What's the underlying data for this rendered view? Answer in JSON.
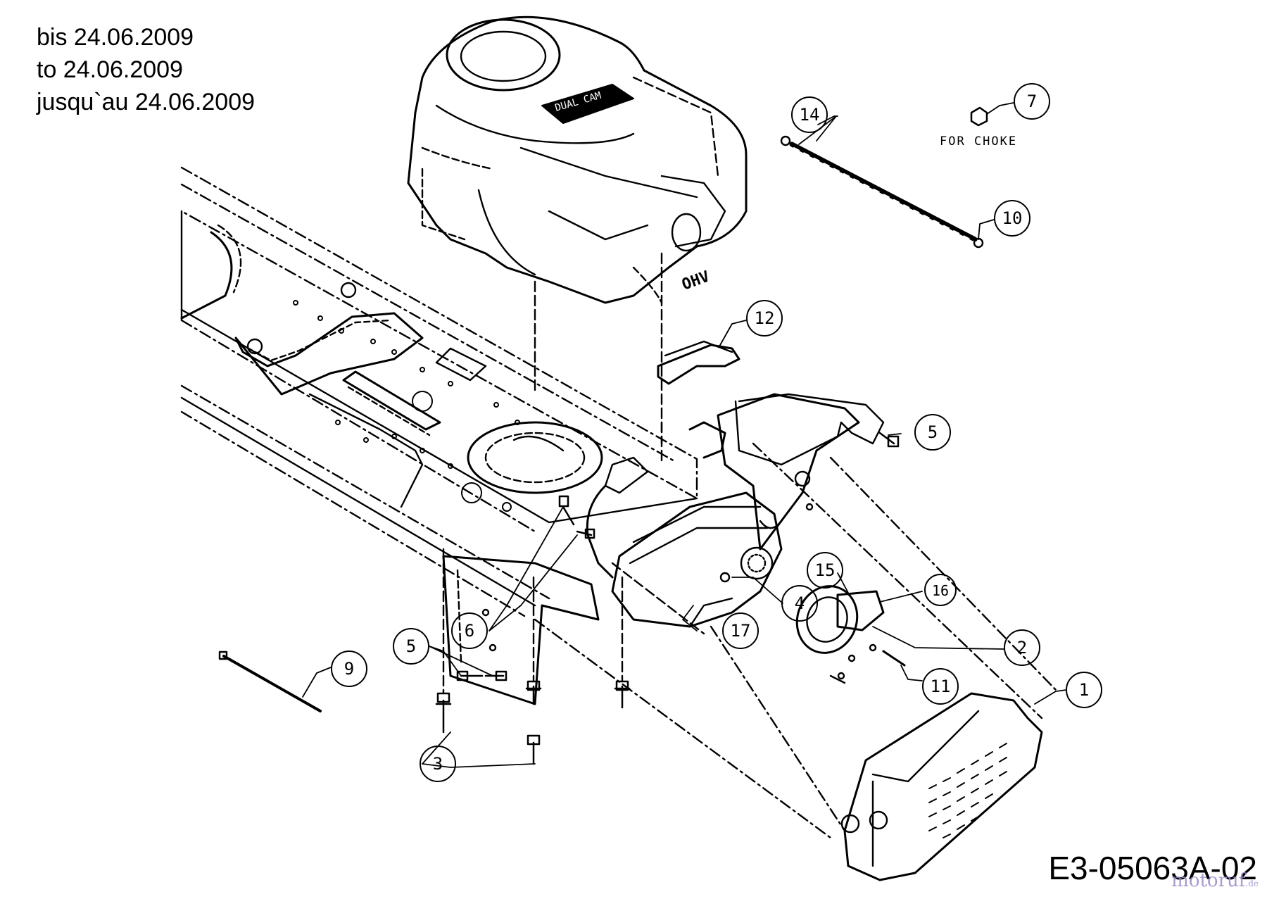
{
  "header": {
    "lines": [
      "bis 24.06.2009",
      "to 24.06.2009",
      "jusqu`au 24.06.2009"
    ]
  },
  "drawing_code": "E3-05063A-02",
  "watermark": {
    "text": "motoruf",
    "suffix": ".de"
  },
  "engine_labels": {
    "brand": "DUAL CAM",
    "ohv": "OHV"
  },
  "annotations": {
    "for_choke": "FOR CHOKE"
  },
  "callouts": [
    {
      "id": "callout-14",
      "label": "14"
    },
    {
      "id": "callout-7",
      "label": "7"
    },
    {
      "id": "callout-10",
      "label": "10"
    },
    {
      "id": "callout-12",
      "label": "12"
    },
    {
      "id": "callout-5a",
      "label": "5"
    },
    {
      "id": "callout-15",
      "label": "15"
    },
    {
      "id": "callout-16",
      "label": "16"
    },
    {
      "id": "callout-4",
      "label": "4"
    },
    {
      "id": "callout-6",
      "label": "6"
    },
    {
      "id": "callout-17",
      "label": "17"
    },
    {
      "id": "callout-2",
      "label": "2"
    },
    {
      "id": "callout-5b",
      "label": "5"
    },
    {
      "id": "callout-9",
      "label": "9"
    },
    {
      "id": "callout-11",
      "label": "11"
    },
    {
      "id": "callout-1",
      "label": "1"
    },
    {
      "id": "callout-3",
      "label": "3"
    }
  ]
}
